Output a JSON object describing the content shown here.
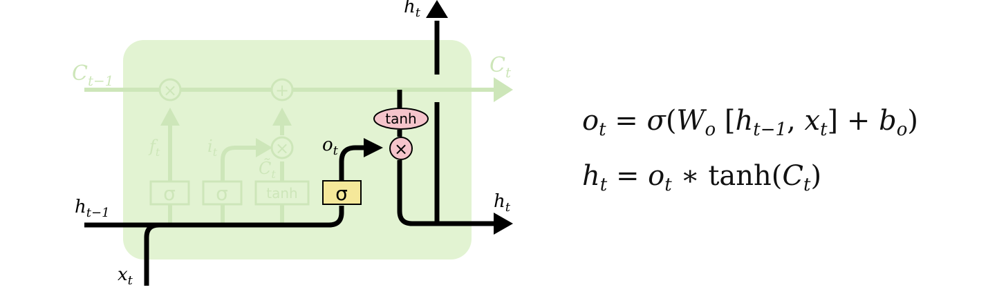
{
  "diagram": {
    "labels": {
      "ht_top": "ht",
      "ct_prev": "Ct−1",
      "ct": "Ct",
      "ht_prev": "ht−1",
      "ht_right": "ht",
      "xt": "xt",
      "ft": "ft",
      "it": "it",
      "ct_tilde": "C̃t",
      "ot": "ot"
    },
    "ops": {
      "times": "×",
      "plus": "+",
      "sigma": "σ",
      "tanh": "tanh"
    },
    "colors": {
      "cell_background": "#e2f3d2",
      "faded_green": "#cde6b9",
      "sigma_gate_yellow": "#f5e89a",
      "pink_op": "#f5c4cb",
      "line_black": "#000000"
    }
  },
  "equations": {
    "line1": "o_t = σ(W_o [h_{t−1}, x_t] + b_o)",
    "line2": "h_t = o_t ∗ tanh(C_t)",
    "ot_o": "o",
    "ot_t": "t",
    "eq": "=",
    "sigma": "σ",
    "W": "W",
    "W_sub": "o",
    "h": "h",
    "h_sub": "t−1",
    "x": "x",
    "x_sub": "t",
    "plus": "+",
    "b": "b",
    "b_sub": "o",
    "ht_h": "h",
    "ht_t": "t",
    "o2": "o",
    "o2_t": "t",
    "star": "∗",
    "tanh": "tanh",
    "C": "C",
    "C_sub": "t"
  }
}
